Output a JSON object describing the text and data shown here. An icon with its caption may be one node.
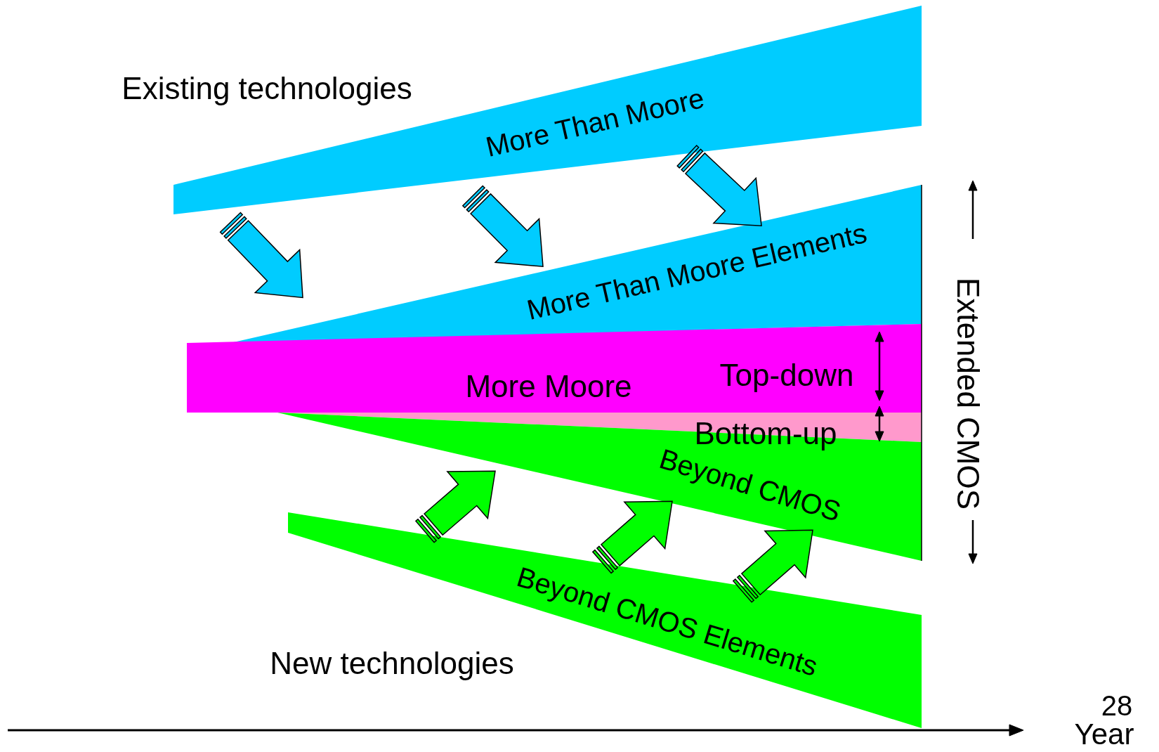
{
  "diagram": {
    "nodes": [
      {
        "text": [
          "More Than Moore"
        ]
      },
      {
        "text": [
          "More Than Moore Elements"
        ]
      },
      {
        "text": [
          "More Moore",
          "Top-down"
        ]
      },
      {
        "text": [],
        "shape": "bar"
      },
      {
        "text": [
          "Beyond CMOS"
        ]
      },
      {
        "text": [
          "Beyond CMOS Elements"
        ]
      }
    ],
    "edges": [
      {
        "from": 0,
        "to": 1,
        "arrow": "to",
        "style": "thick",
        "color": "#00ccff"
      },
      {
        "from": 0,
        "to": 1,
        "arrow": "to",
        "style": "thick",
        "color": "#00ccff"
      },
      {
        "from": 0,
        "to": 1,
        "arrow": "to",
        "style": "thick",
        "color": "#00ccff"
      },
      {
        "from": 5,
        "to": 4,
        "arrow": "to",
        "style": "thick",
        "color": "#00ff00"
      },
      {
        "from": 5,
        "to": 4,
        "arrow": "to",
        "style": "thick",
        "color": "#00ff00"
      },
      {
        "from": 5,
        "to": 4,
        "arrow": "to",
        "style": "thick",
        "color": "#00ff00"
      }
    ],
    "labels": [
      "Existing technologies",
      "Bottom-up",
      "Extended CMOS",
      "New technologies",
      "Year",
      "28"
    ]
  }
}
